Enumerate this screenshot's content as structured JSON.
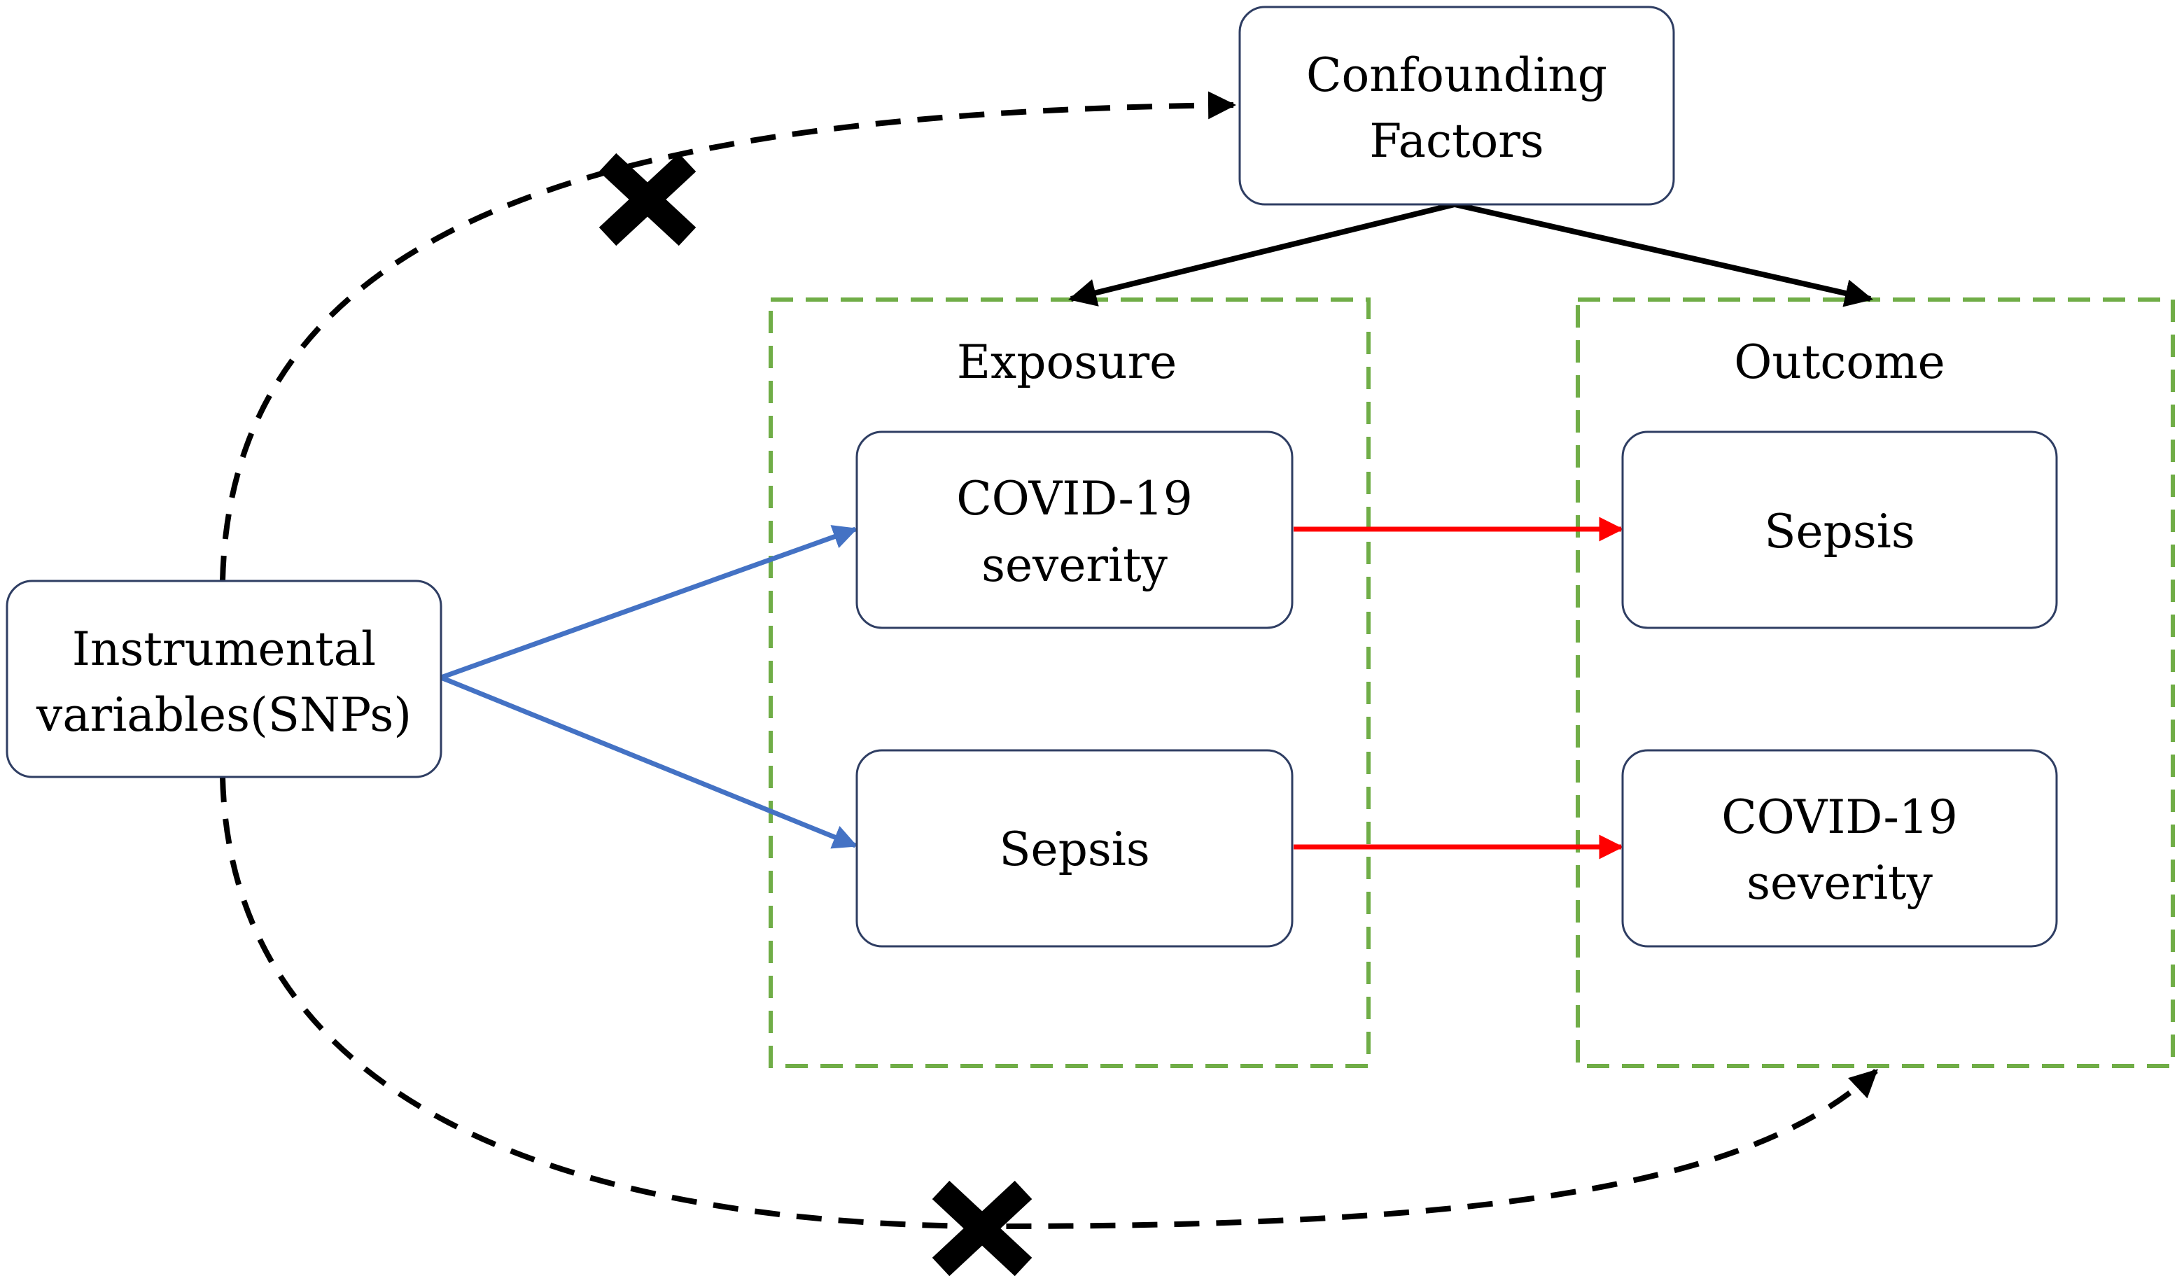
{
  "diagram": {
    "nodes": {
      "confounders": {
        "line1": "Confounding",
        "line2": "Factors"
      },
      "instrument": {
        "line1": "Instrumental",
        "line2": "variables(SNPs)"
      },
      "exposure_covid": {
        "line1": "COVID-19",
        "line2": "severity"
      },
      "exposure_sepsis": {
        "label": "Sepsis"
      },
      "outcome_sepsis": {
        "label": "Sepsis"
      },
      "outcome_covid": {
        "line1": "COVID-19",
        "line2": "severity"
      }
    },
    "groups": {
      "exposure": "Exposure",
      "outcome": "Outcome"
    },
    "colors": {
      "box_stroke": "#2f3e63",
      "group_stroke": "#70ad47",
      "instrument_arrow": "#4472c4",
      "causal_arrow": "#ff0000",
      "confounder_arrow": "#000000",
      "blocked_path": "#000000"
    },
    "edges": [
      {
        "from": "Instrumental variables(SNPs)",
        "to": "COVID-19 severity (Exposure)",
        "style": "solid",
        "color": "#4472c4"
      },
      {
        "from": "Instrumental variables(SNPs)",
        "to": "Sepsis (Exposure)",
        "style": "solid",
        "color": "#4472c4"
      },
      {
        "from": "COVID-19 severity (Exposure)",
        "to": "Sepsis (Outcome)",
        "style": "solid",
        "color": "#ff0000"
      },
      {
        "from": "Sepsis (Exposure)",
        "to": "COVID-19 severity (Outcome)",
        "style": "solid",
        "color": "#ff0000"
      },
      {
        "from": "Confounding Factors",
        "to": "Exposure",
        "style": "solid",
        "color": "#000000"
      },
      {
        "from": "Confounding Factors",
        "to": "Outcome",
        "style": "solid",
        "color": "#000000"
      },
      {
        "from": "Instrumental variables(SNPs)",
        "to": "Confounding Factors",
        "style": "dashed",
        "blocked": true
      },
      {
        "from": "Instrumental variables(SNPs)",
        "to": "Outcome",
        "style": "dashed",
        "blocked": true
      }
    ]
  }
}
